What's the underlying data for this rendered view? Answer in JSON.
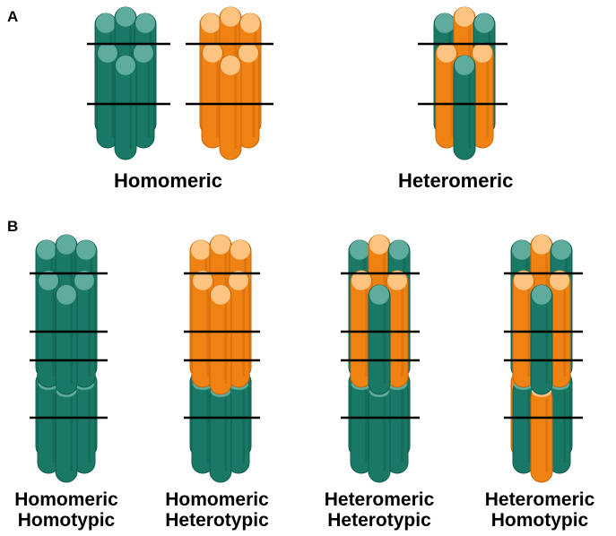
{
  "panel_a": {
    "letter": "A",
    "homomeric_label": "Homomeric",
    "heteromeric_label": "Heteromeric"
  },
  "panel_b": {
    "letter": "B",
    "captions": [
      {
        "line1": "Homomeric",
        "line2": "Homotypic"
      },
      {
        "line1": "Homomeric",
        "line2": "Heterotypic"
      },
      {
        "line1": "Heteromeric",
        "line2": "Heterotypic"
      },
      {
        "line1": "Heteromeric",
        "line2": "Homotypic"
      }
    ]
  },
  "colors": {
    "teal": "#1a7866",
    "teal_dark": "#0f5d4e",
    "teal_light": "#5fab9d",
    "orange": "#f08214",
    "orange_dark": "#c86608",
    "orange_light": "#fcc480",
    "membrane_line": "#000000"
  }
}
